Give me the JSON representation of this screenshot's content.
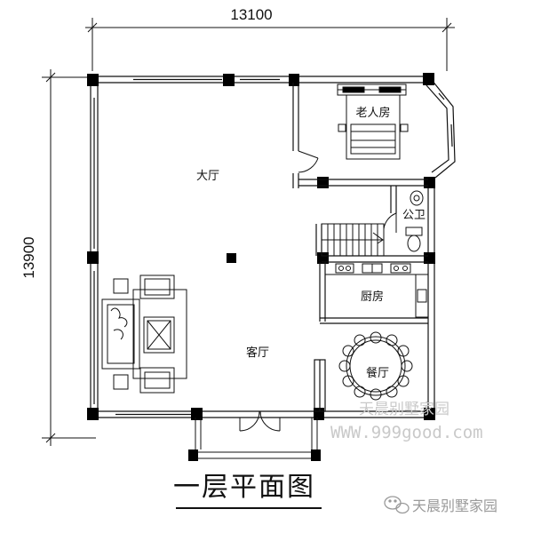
{
  "dimensions": {
    "width_label": "13100",
    "height_label": "13900"
  },
  "rooms": {
    "hall": "大厅",
    "elder_room": "老人房",
    "public_wc": "公卫",
    "kitchen": "厨房",
    "living_room": "客厅",
    "dining_room": "餐厅"
  },
  "drawing_title": "一层平面图",
  "watermarks": {
    "name": "天晨别墅家园",
    "site": "WWW.999good.com",
    "wechat_name": "天晨别墅家园"
  }
}
